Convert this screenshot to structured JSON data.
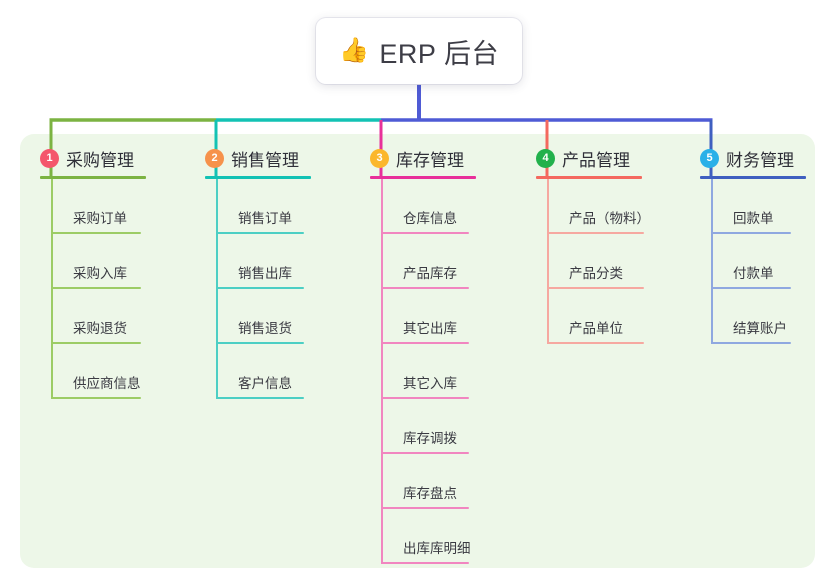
{
  "root": {
    "emoji": "👍",
    "icon_name": "thumbs-up-icon",
    "title": "ERP 后台"
  },
  "theme": {
    "panel_bg": "#edf7e8",
    "page_bg": "#ffffff",
    "trunk": "#4f5bd5",
    "text": "#3a3a42"
  },
  "columns": [
    {
      "number": "1",
      "title": "采购管理",
      "badge_color": "#f4566c",
      "line_color": "#7cb342",
      "leaf_line_color": "#9ccc65",
      "items": [
        "采购订单",
        "采购入库",
        "采购退货",
        "供应商信息"
      ]
    },
    {
      "number": "2",
      "title": "销售管理",
      "badge_color": "#f6924b",
      "line_color": "#12c2b4",
      "leaf_line_color": "#4ccfc4",
      "items": [
        "销售订单",
        "销售出库",
        "销售退货",
        "客户信息"
      ]
    },
    {
      "number": "3",
      "title": "库存管理",
      "badge_color": "#fbb72c",
      "line_color": "#e8309a",
      "leaf_line_color": "#f186c0",
      "items": [
        "仓库信息",
        "产品库存",
        "其它出库",
        "其它入库",
        "库存调拨",
        "库存盘点",
        "出库库明细"
      ]
    },
    {
      "number": "4",
      "title": "产品管理",
      "badge_color": "#22b14c",
      "line_color": "#f4695f",
      "leaf_line_color": "#f6a8a0",
      "items": [
        "产品（物料）",
        "产品分类",
        "产品单位"
      ]
    },
    {
      "number": "5",
      "title": "财务管理",
      "badge_color": "#2ab0e8",
      "line_color": "#3f5fc0",
      "leaf_line_color": "#8fa8e0",
      "items": [
        "回款单",
        "付款单",
        "结算账户"
      ]
    }
  ]
}
